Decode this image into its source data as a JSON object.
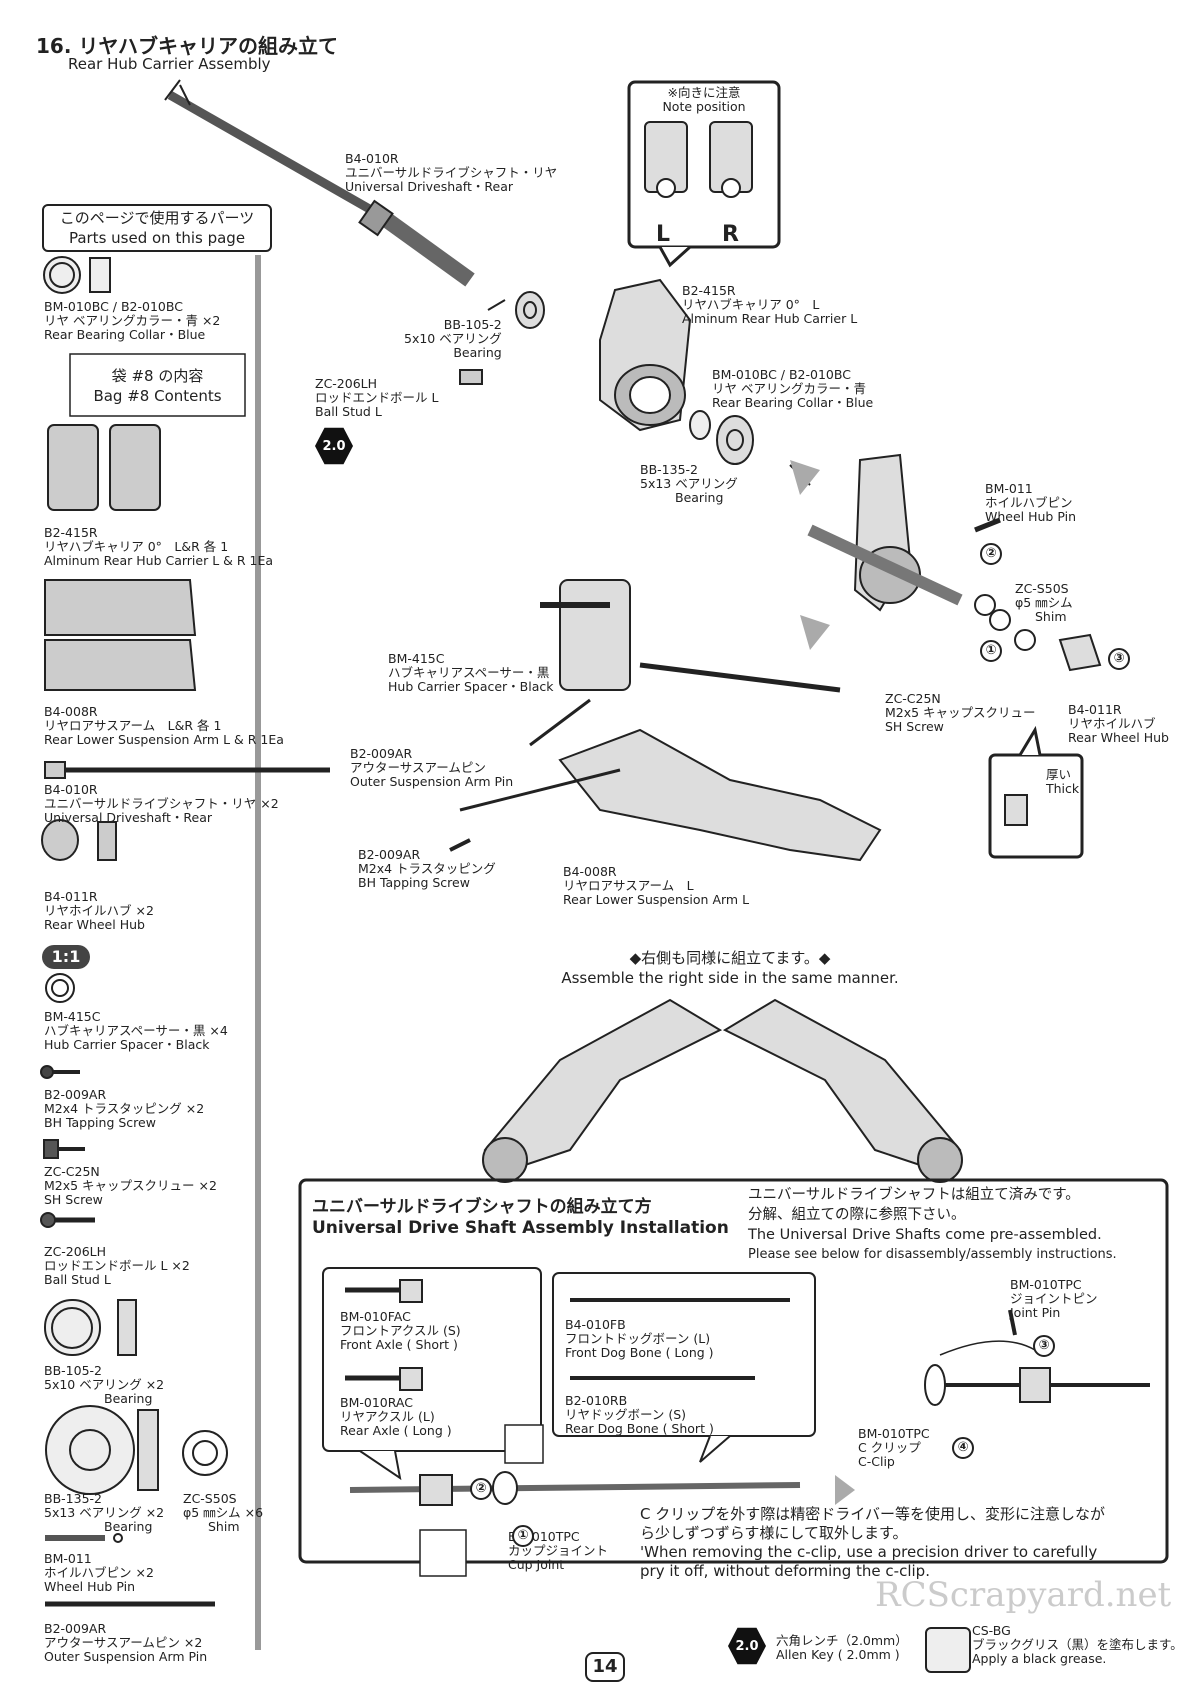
{
  "header": {
    "title_jp": "16. リヤハブキャリアの組み立て",
    "title_en": "Rear Hub Carrier Assembly"
  },
  "parts_panel": {
    "title_jp": "このページで使用するパーツ",
    "title_en": "Parts used on this page",
    "bag_jp": "袋 #8 の内容",
    "bag_en": "Bag #8 Contents",
    "scale": "1:1",
    "items": [
      {
        "code": "BM-010BC / B2-010BC",
        "jp": "リヤ ベアリングカラー・青 ×2",
        "en": "Rear Bearing Collar・Blue"
      },
      {
        "code": "B2-415R",
        "jp": "リヤハブキャリア 0°　L&R 各 1",
        "en": "Alminum Rear Hub Carrier L & R 1Ea"
      },
      {
        "code": "B4-008R",
        "jp": "リヤロアサスアーム　L&R 各 1",
        "en": "Rear Lower Suspension Arm L & R 1Ea"
      },
      {
        "code": "B4-010R",
        "jp": "ユニバーサルドライブシャフト・リヤ ×2",
        "en": "Universal Driveshaft・Rear"
      },
      {
        "code": "B4-011R",
        "jp": "リヤホイルハブ ×2",
        "en": "Rear Wheel Hub"
      },
      {
        "code": "BM-415C",
        "jp": "ハブキャリアスペーサー・黒 ×4",
        "en": "Hub Carrier Spacer・Black"
      },
      {
        "code": "B2-009AR",
        "jp": "M2x4 トラスタッピング ×2",
        "en": "BH Tapping Screw"
      },
      {
        "code": "ZC-C25N",
        "jp": "M2x5 キャップスクリュー ×2",
        "en": "SH Screw"
      },
      {
        "code": "ZC-206LH",
        "jp": "ロッドエンドボール L ×2",
        "en": "Ball Stud L"
      },
      {
        "code": "BB-105-2",
        "jp": "5x10 ベアリング ×2",
        "en": "Bearing"
      },
      {
        "code": "BB-135-2",
        "jp": "5x13 ベアリング ×2",
        "en": "Bearing"
      },
      {
        "code": "ZC-S50S",
        "jp": "φ5 ㎜シム ×6",
        "en": "Shim"
      },
      {
        "code": "BM-011",
        "jp": "ホイルハブピン ×2",
        "en": "Wheel Hub Pin"
      },
      {
        "code": "B2-009AR",
        "jp": "アウターサスアームピン ×2",
        "en": "Outer Suspension Arm Pin"
      }
    ]
  },
  "note": {
    "jp": "※向きに注意",
    "en": "Note position",
    "L": "L",
    "R": "R"
  },
  "callouts": {
    "driveshaft": {
      "code": "B4-010R",
      "jp": "ユニバーサルドライブシャフト・リヤ",
      "en": "Universal Driveshaft・Rear"
    },
    "carrier": {
      "code": "B2-415R",
      "jp": "リヤハブキャリア 0°　L",
      "en": "Alminum Rear Hub Carrier L"
    },
    "bb105": {
      "code": "BB-105-2",
      "jp": "5x10 ベアリング",
      "en": "Bearing"
    },
    "ballstud": {
      "code": "ZC-206LH",
      "jp": "ロッドエンドボール L",
      "en": "Ball Stud L"
    },
    "collar": {
      "code": "BM-010BC / B2-010BC",
      "jp": "リヤ ベアリングカラー・青",
      "en": "Rear Bearing Collar・Blue"
    },
    "bb135": {
      "code": "BB-135-2",
      "jp": "5x13 ベアリング",
      "en": "Bearing"
    },
    "hubpin": {
      "code": "BM-011",
      "jp": "ホイルハブピン",
      "en": "Wheel Hub Pin"
    },
    "shim": {
      "code": "ZC-S50S",
      "jp": "φ5 ㎜シム",
      "en": "Shim"
    },
    "spacer": {
      "code": "BM-415C",
      "jp": "ハブキャリアスペーサー・黒",
      "en": "Hub Carrier Spacer・Black"
    },
    "shscrew": {
      "code": "ZC-C25N",
      "jp": "M2x5 キャップスクリュー",
      "en": "SH Screw"
    },
    "wheelhub": {
      "code": "B4-011R",
      "jp": "リヤホイルハブ",
      "en": "Rear Wheel Hub"
    },
    "thick": {
      "jp": "厚い",
      "en": "Thick"
    },
    "armpin": {
      "code": "B2-009AR",
      "jp": "アウターサスアームピン",
      "en": "Outer Suspension Arm Pin"
    },
    "tapscrew": {
      "code": "B2-009AR",
      "jp": "M2x4 トラスタッピング",
      "en": "BH Tapping Screw"
    },
    "arm": {
      "code": "B4-008R",
      "jp": "リヤロアサスアーム　L",
      "en": "Rear Lower Suspension Arm L"
    }
  },
  "tool_badge": "2.0",
  "right_side": {
    "jp": "◆右側も同様に組立てます。◆",
    "en": "Assemble the right side in the same manner."
  },
  "uds": {
    "title_jp": "ユニバーサルドライブシャフトの組み立て方",
    "title_en": "Universal Drive Shaft Assembly Installation",
    "note_jp1": "ユニバーサルドライブシャフトは組立て済みです。",
    "note_jp2": "分解、組立ての際に参照下さい。",
    "note_en1": "The Universal Drive Shafts come pre-assembled.",
    "note_en2": "Please see below for disassembly/assembly instructions.",
    "fac": {
      "code": "BM-010FAC",
      "jp": "フロントアクスル (S)",
      "en": "Front Axle ( Short )"
    },
    "rac": {
      "code": "BM-010RAC",
      "jp": "リヤアクスル (L)",
      "en": "Rear Axle ( Long )"
    },
    "fb": {
      "code": "B4-010FB",
      "jp": "フロントドッグボーン (L)",
      "en": "Front Dog Bone ( Long )"
    },
    "rb": {
      "code": "B2-010RB",
      "jp": "リヤドッグボーン (S)",
      "en": "Rear Dog Bone ( Short )"
    },
    "cup": {
      "code": "BM-010TPC",
      "jp": "カップジョイント",
      "en": "Cup Joint"
    },
    "pin": {
      "code": "BM-010TPC",
      "jp": "ジョイントピン",
      "en": "Joint Pin"
    },
    "clip": {
      "code": "BM-010TPC",
      "jp": "C クリップ",
      "en": "C-Clip"
    },
    "warn_jp1": "C クリップを外す際は精密ドライバー等を使用し、変形に注意しなが",
    "warn_jp2": "ら少しずつずらす様にして取外します。",
    "warn_en1": "'When removing the c-clip, use a precision driver to carefully",
    "warn_en2": "pry it off, without deforming the c-clip."
  },
  "footer": {
    "page": "14",
    "allen_jp": "六角レンチ（2.0mm）",
    "allen_en": "Allen Key ( 2.0mm )",
    "allen_badge": "2.0",
    "grease_code": "CS-BG",
    "grease_jp": "ブラックグリス（黒）を塗布します。",
    "grease_en": "Apply a black grease.",
    "watermark": "RCScrapyard.net"
  },
  "steps": [
    "①",
    "②",
    "③",
    "④"
  ]
}
